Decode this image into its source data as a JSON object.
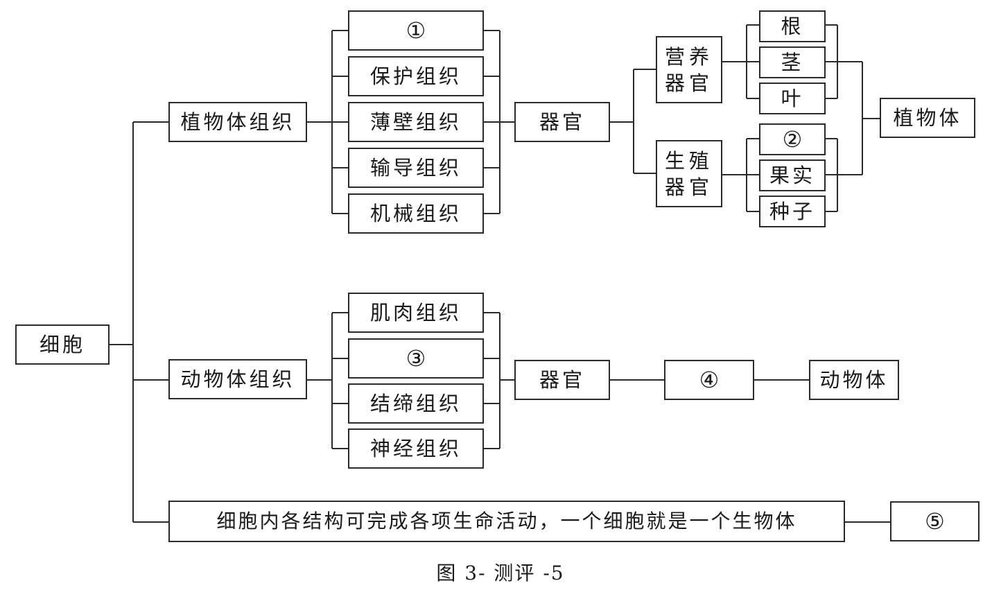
{
  "diagram": {
    "root": "细胞",
    "plant": {
      "tissue_label": "植物体组织",
      "tissues": [
        "①",
        "保护组织",
        "薄壁组织",
        "输导组织",
        "机械组织"
      ],
      "organ_label": "器官",
      "vegetative_organ": {
        "line1": "营养",
        "line2": "器官"
      },
      "vegetative_items": [
        "根",
        "茎",
        "叶"
      ],
      "reproductive_organ": {
        "line1": "生殖",
        "line2": "器官"
      },
      "reproductive_items": [
        "②",
        "果实",
        "种子"
      ],
      "result": "植物体"
    },
    "animal": {
      "tissue_label": "动物体组织",
      "tissues": [
        "肌肉组织",
        "③",
        "结缔组织",
        "神经组织"
      ],
      "organ_label": "器官",
      "system": "④",
      "result": "动物体"
    },
    "unicellular": {
      "description": "细胞内各结构可完成各项生命活动，一个细胞就是一个生物体",
      "result": "⑤"
    },
    "caption": "图 3- 测评 -5"
  }
}
